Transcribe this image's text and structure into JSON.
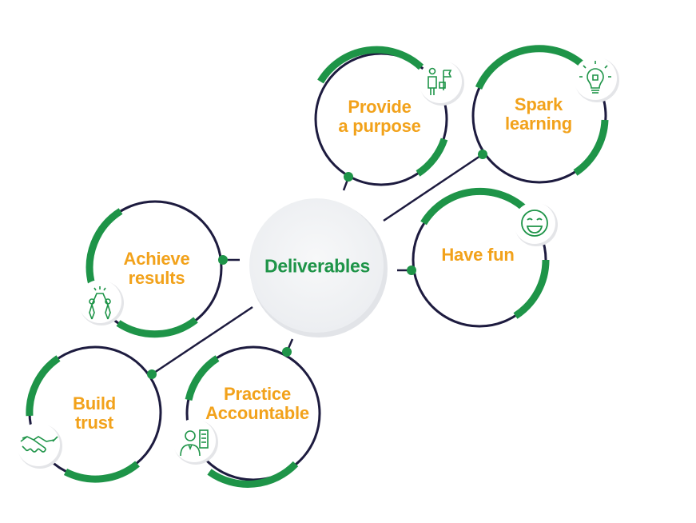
{
  "center": {
    "label": "Deliverables"
  },
  "nodes": [
    {
      "id": "provide-purpose",
      "label": "Provide\na purpose",
      "icon": "presenter-flag-icon"
    },
    {
      "id": "spark-learning",
      "label": "Spark\nlearning",
      "icon": "lightbulb-puzzle-icon"
    },
    {
      "id": "have-fun",
      "label": "Have fun",
      "icon": "smiley-icon"
    },
    {
      "id": "achieve-results",
      "label": "Achieve\nresults",
      "icon": "high-five-icon"
    },
    {
      "id": "build-trust",
      "label": "Build\ntrust",
      "icon": "handshake-icon"
    },
    {
      "id": "practice-accountable",
      "label": "Practice\nAccountable",
      "icon": "person-checklist-icon"
    }
  ],
  "colors": {
    "ring_green": "#1e9448",
    "ring_navy": "#1d1b3f",
    "label_orange": "#f2a21b",
    "center_fill": "#f4f5f7"
  }
}
